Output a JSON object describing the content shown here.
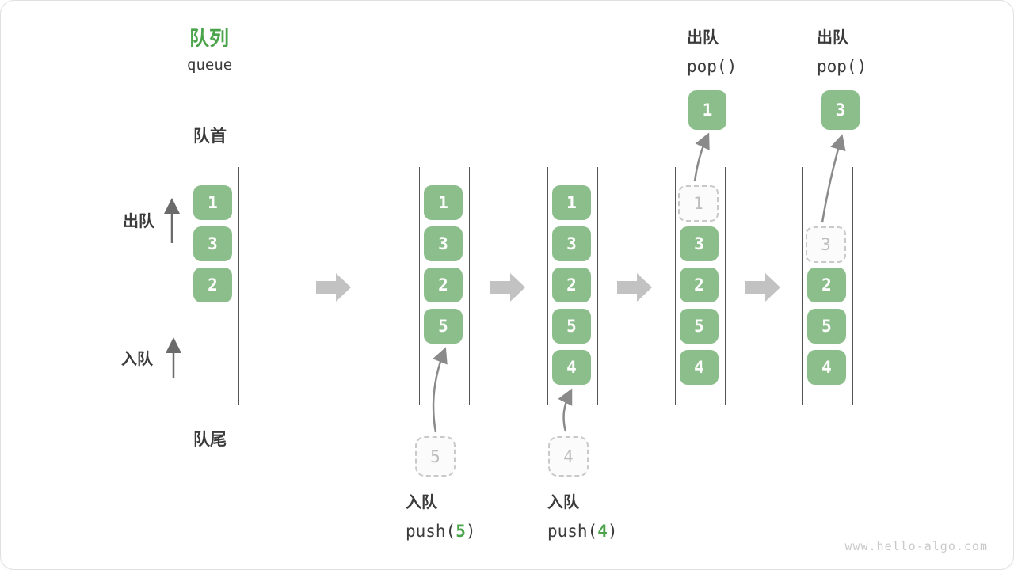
{
  "title": {
    "zh": "队列",
    "en": "queue"
  },
  "side_labels": {
    "front": "队首",
    "rear": "队尾",
    "dequeue": "出队",
    "enqueue": "入队"
  },
  "colors": {
    "box_green": "#8cbe8b",
    "title_green": "#4ba44b",
    "wall_gray": "#545454",
    "block_arrow_gray": "#c2c2c2",
    "curve_arrow_gray": "#8a8a8a",
    "ghost_border": "#c9c9c9",
    "ghost_text": "#bdbdbd"
  },
  "states": [
    {
      "cells": [
        {
          "row": 0,
          "value": "1"
        },
        {
          "row": 1,
          "value": "3"
        },
        {
          "row": 2,
          "value": "2"
        }
      ]
    },
    {
      "cells": [
        {
          "row": 0,
          "value": "1"
        },
        {
          "row": 1,
          "value": "3"
        },
        {
          "row": 2,
          "value": "2"
        },
        {
          "row": 3,
          "value": "5"
        }
      ],
      "below": {
        "value": "5"
      }
    },
    {
      "cells": [
        {
          "row": 0,
          "value": "1"
        },
        {
          "row": 1,
          "value": "3"
        },
        {
          "row": 2,
          "value": "2"
        },
        {
          "row": 3,
          "value": "5"
        },
        {
          "row": 4,
          "value": "4"
        }
      ],
      "below": {
        "value": "4"
      }
    },
    {
      "cells": [
        {
          "row": 0,
          "value": "1",
          "ghost": true
        },
        {
          "row": 1,
          "value": "3"
        },
        {
          "row": 2,
          "value": "2"
        },
        {
          "row": 3,
          "value": "5"
        },
        {
          "row": 4,
          "value": "4"
        }
      ],
      "above": {
        "value": "1"
      }
    },
    {
      "cells": [
        {
          "row": 1,
          "value": "3",
          "ghost": true
        },
        {
          "row": 2,
          "value": "2"
        },
        {
          "row": 3,
          "value": "5"
        },
        {
          "row": 4,
          "value": "4"
        }
      ],
      "above": {
        "value": "3"
      }
    }
  ],
  "operations": {
    "pushes": [
      {
        "label": "入队",
        "code_prefix": "push(",
        "arg": "5",
        "code_suffix": ")"
      },
      {
        "label": "入队",
        "code_prefix": "push(",
        "arg": "4",
        "code_suffix": ")"
      }
    ],
    "pops": [
      {
        "label": "出队",
        "code": "pop()"
      },
      {
        "label": "出队",
        "code": "pop()"
      }
    ]
  },
  "watermark": "www.hello-algo.com"
}
